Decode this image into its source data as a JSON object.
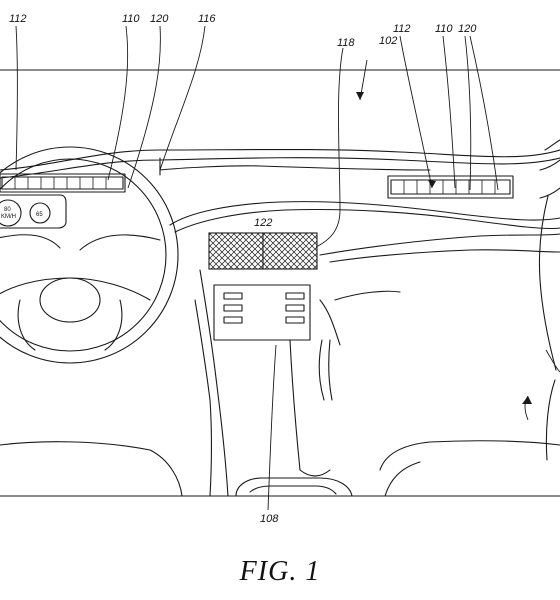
{
  "figure": {
    "caption": "FIG. 1",
    "reference_numerals": {
      "vehicle": "102",
      "console_display": "108",
      "light_strip": "110",
      "light_strip_housing": "112",
      "light_strip_segments": "120",
      "steering_area": "116",
      "dash_line": "118",
      "center_display": "122"
    },
    "gauges": {
      "left_gauge_top": "80",
      "left_gauge_bottom": "KM/H",
      "right_gauge": "65"
    },
    "colors": {
      "line": "#1a1a1a",
      "background": "#ffffff"
    }
  }
}
